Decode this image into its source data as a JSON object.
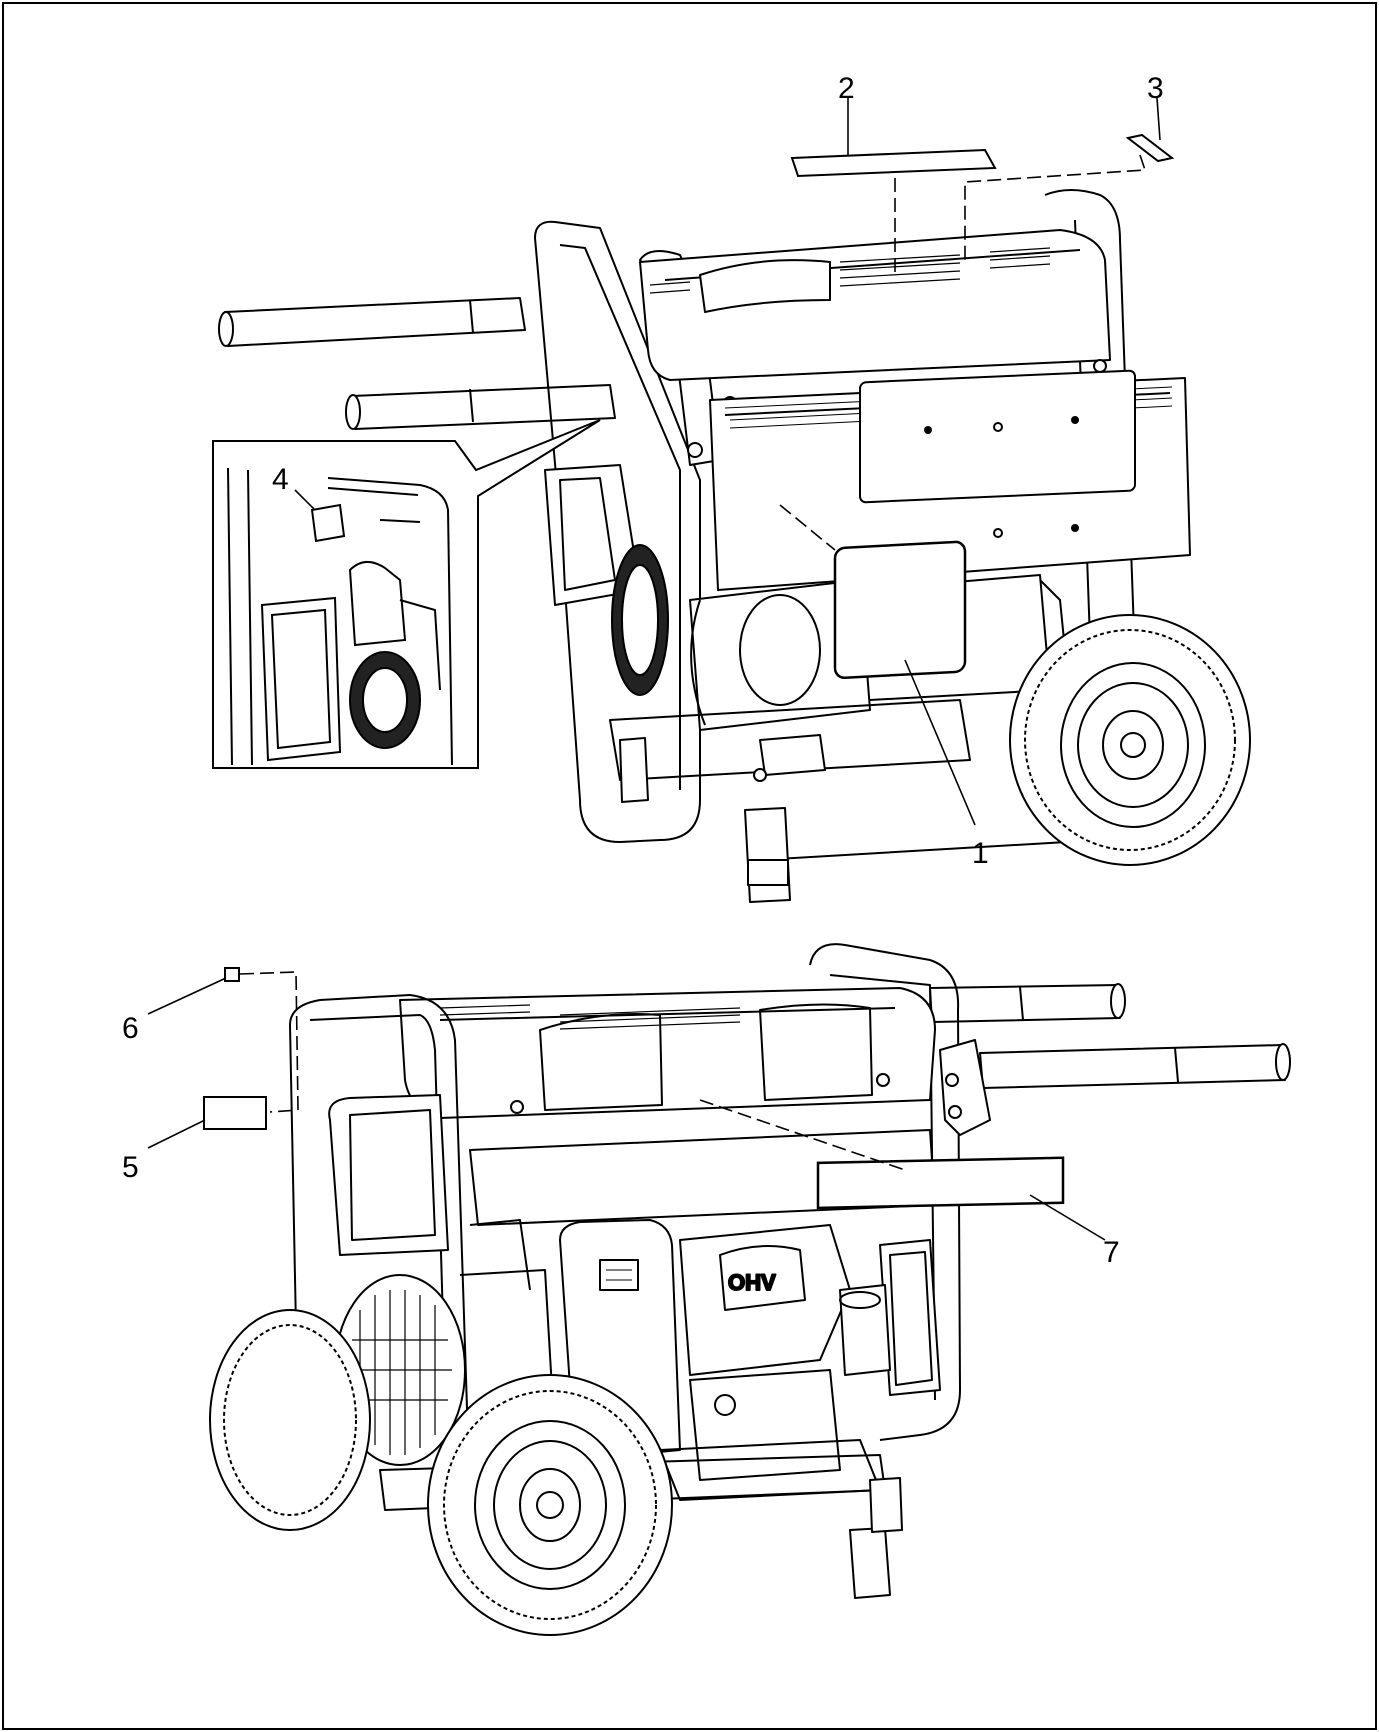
{
  "figure": {
    "callouts": {
      "c1": "1",
      "c2": "2",
      "c3": "3",
      "c4": "4",
      "c5": "5",
      "c6": "6",
      "c7": "7"
    },
    "engine_logo": "OHV"
  }
}
